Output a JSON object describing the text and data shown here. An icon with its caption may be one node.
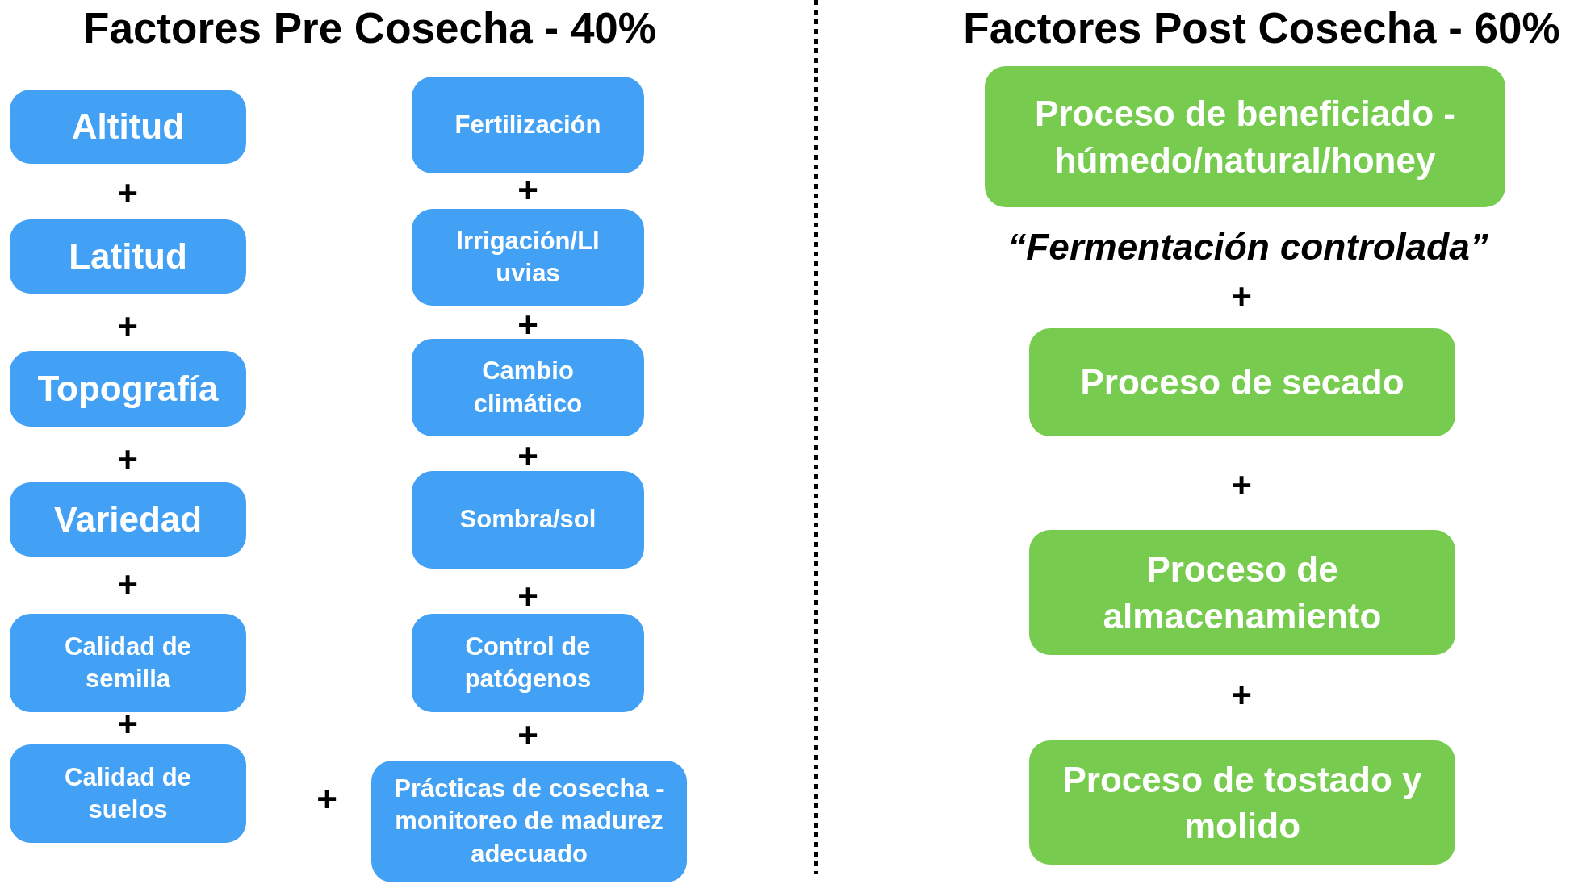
{
  "diagram": {
    "nodes": [
      {
        "text": [
          "Altitud"
        ]
      },
      {
        "text": [
          "Latitud"
        ]
      },
      {
        "text": [
          "Topografía"
        ]
      },
      {
        "text": [
          "Variedad"
        ]
      },
      {
        "text": [
          "Calidad de semilla"
        ]
      },
      {
        "text": [
          "Calidad de suelos"
        ]
      },
      {
        "text": [
          "Fertilización"
        ]
      },
      {
        "text": [
          "Irrigación/Lluvias"
        ]
      },
      {
        "text": [
          "Cambio climático"
        ]
      },
      {
        "text": [
          "Sombra/sol"
        ]
      },
      {
        "text": [
          "Control de patógenos"
        ]
      },
      {
        "text": [
          "Prácticas de cosecha - monitoreo de madurez adecuado"
        ]
      },
      {
        "text": [
          "Proceso de beneficiado - húmedo/natural/honey"
        ]
      },
      {
        "text": [
          "Proceso de secado"
        ]
      },
      {
        "text": [
          "Proceso de almacenamiento"
        ]
      },
      {
        "text": [
          "Proceso de tostado y molido"
        ]
      }
    ],
    "labels": [
      "Factores Pre Cosecha - 40%",
      "Factores Post Cosecha - 60%",
      "“Fermentación controlada”",
      "+",
      "+",
      "+",
      "+",
      "+",
      "+",
      "+",
      "+",
      "+",
      "+",
      "+",
      "+",
      "+",
      "+"
    ]
  }
}
